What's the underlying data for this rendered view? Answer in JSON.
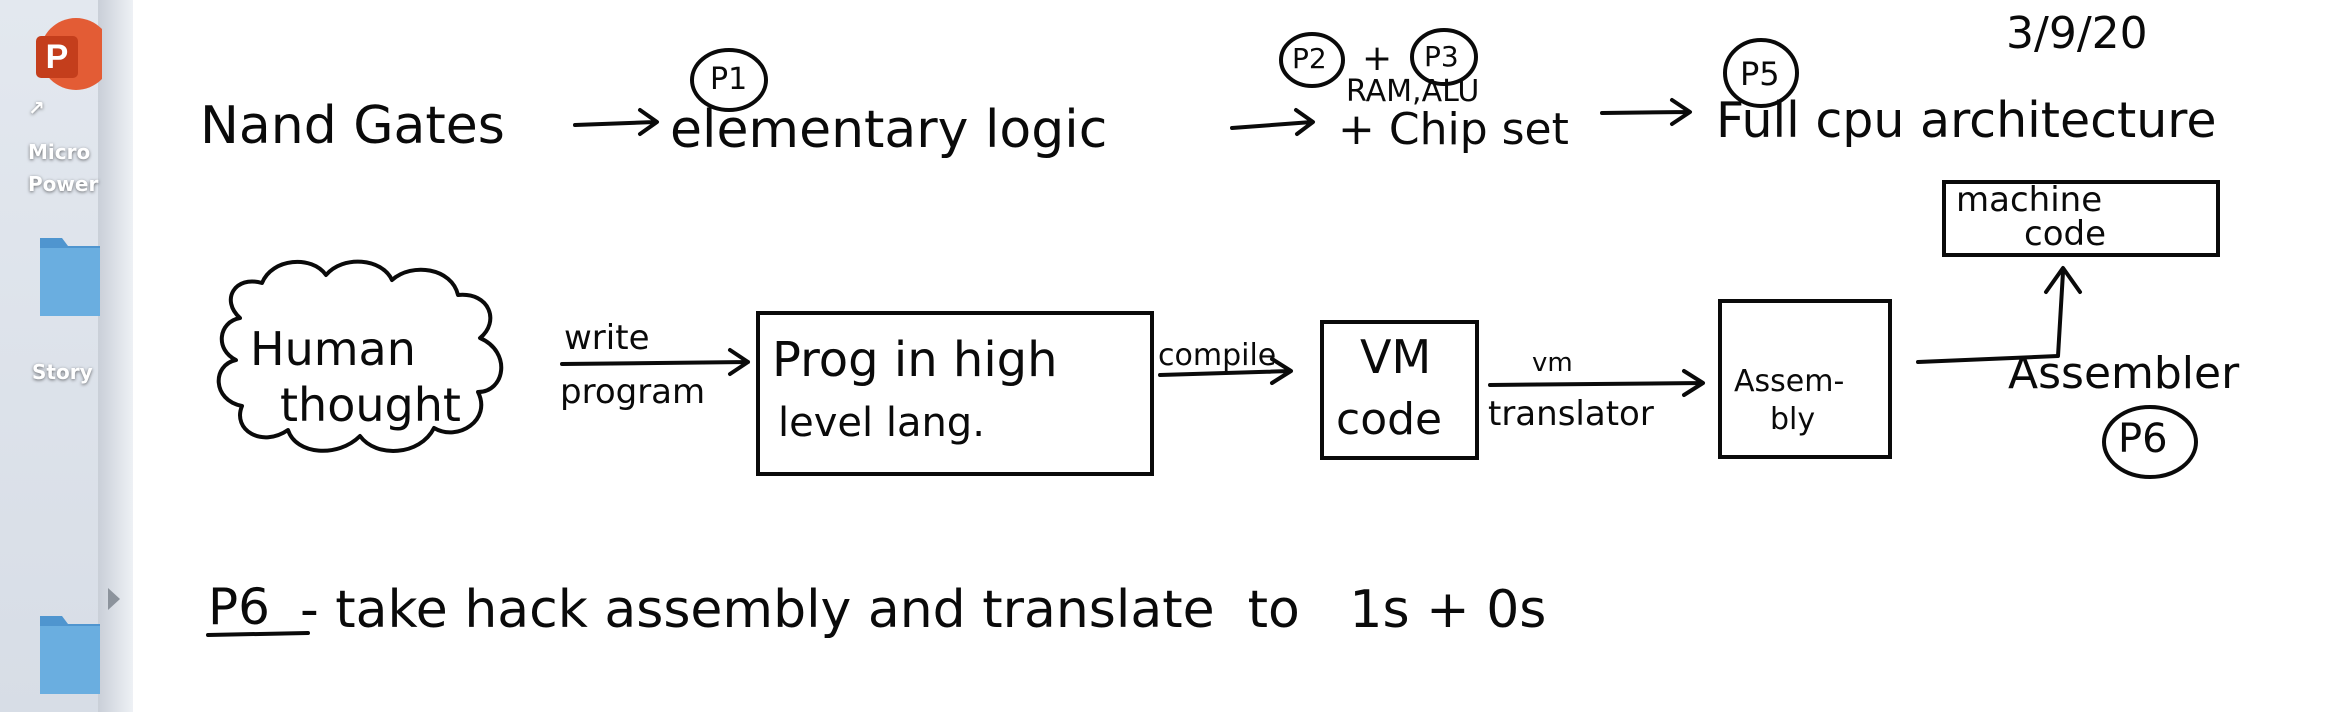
{
  "dock": {
    "items": [
      {
        "label": "Micro\nPower",
        "icon": "powerpoint-icon"
      },
      {
        "label": "Story",
        "icon": "folder-icon"
      },
      {
        "label": "",
        "icon": "folder-icon"
      }
    ],
    "ppt_letter": "P",
    "colors": {
      "ppt": "#d24726",
      "folder": "#5a9fd4"
    }
  },
  "notes": {
    "date": "3/9/20",
    "row1": {
      "nand": "Nand Gates",
      "elem": "elementary logic",
      "p1": "P1",
      "p2": "P2",
      "plus": "+",
      "p3": "P3",
      "ram_alu": "RAM,ALU",
      "chip_set": "+ Chip set",
      "p5": "P5",
      "cpu": "Full cpu architecture"
    },
    "row2": {
      "human1": "Human",
      "human2": "thought",
      "write": "write",
      "program": "program",
      "prog1": "Prog in high",
      "prog2": "level lang.",
      "compile": "compile",
      "vm1": "VM",
      "vm2": "code",
      "vm_arrow": "vm",
      "translator": "translator",
      "asm1": "Assem-",
      "asm2": "bly",
      "assembler": "Assembler",
      "p6": "P6",
      "mc1": "machine",
      "mc2": "code"
    },
    "row3": {
      "p6": "P6",
      "text": "- take hack assembly and translate  to   1s + 0s"
    }
  }
}
